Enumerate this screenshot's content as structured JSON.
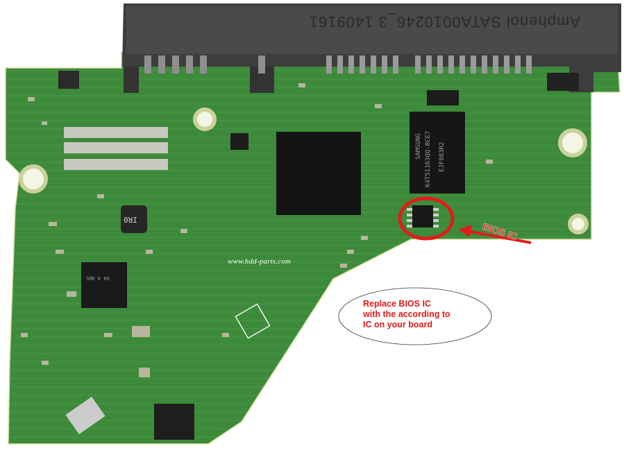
{
  "photo": {
    "subject": "hard-drive-pcb",
    "colors": {
      "board": "#3c8a3a",
      "board_dark": "#2f6f2e",
      "trace": "#58a24e",
      "connector": "#3f3f3f",
      "chip": "#1a1a1a",
      "silk": "#ffffff",
      "annotation": "#e41b1b"
    }
  },
  "connector": {
    "marking": "Amphenol  SATA0010246_3  1409161"
  },
  "chips": {
    "memory_brand": "SAMSUNG",
    "memory_part": "K4T51163QQ-BCE7",
    "memory_code": "EJF083R2",
    "small_chip": "SMD K 89",
    "ind_mark": "IR0"
  },
  "watermark": "www.hdd-parts.com",
  "annotations": {
    "bios_label": "BIOS IC",
    "note_lines": [
      "Replace BIOS IC",
      "with the according to",
      "IC on your board"
    ]
  }
}
